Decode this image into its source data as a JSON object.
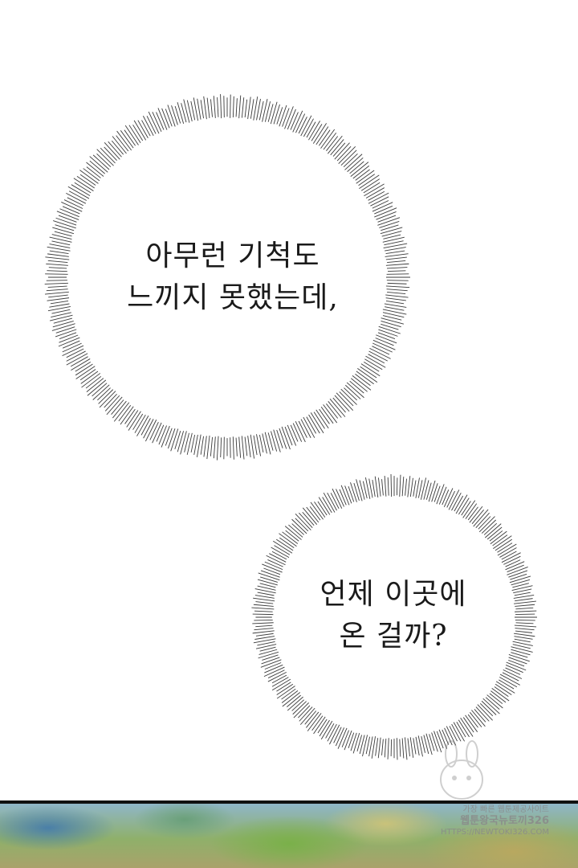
{
  "bubbles": [
    {
      "lines": [
        "아무런 기척도",
        "느끼지 못했는데,"
      ]
    },
    {
      "lines": [
        "언제 이곳에",
        "온 걸까?"
      ]
    }
  ],
  "watermark": {
    "line1": "가장 빠른 웹툰제공사이트",
    "line2": "웹툰왕국뉴토끼326",
    "line3": "HTTPS://NEWTOKI326.COM"
  },
  "colors": {
    "background": "#ffffff",
    "text": "#1a1a1a",
    "hatch": "#3a3a3a"
  }
}
